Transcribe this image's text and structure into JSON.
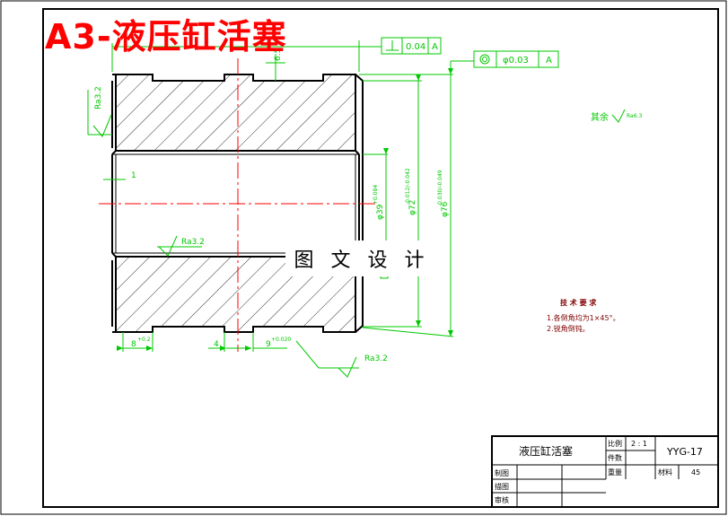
{
  "title": "A3-液压缸活塞",
  "watermark": "图 文 设 计",
  "colors": {
    "outline": "#000000",
    "dimension": "#00c800",
    "centerline": "#ff0000",
    "title_red": "#ff0000"
  },
  "tolerance_frames": {
    "perpendicularity": {
      "symbol": "perpendicularity-symbol",
      "value": "0.04",
      "datum": "A"
    },
    "coaxiality": {
      "symbol": "coaxiality-symbol",
      "value": "φ0.03",
      "datum": "A"
    }
  },
  "roughness": {
    "left_face": "Ra3.2",
    "bore": "Ra3.2",
    "outer": "Ra3.2",
    "other": "其余",
    "other_value": "Ra6.3"
  },
  "dimensions": {
    "groove_depth": "6.5",
    "chamfer": "1",
    "bore_dia": "φ39",
    "bore_tol": "+0.084",
    "hub_dia": "φ72",
    "hub_tol": "-0.012/-0.042",
    "outer_dia": "φ76",
    "outer_tol": "-0.030/-0.049",
    "groove_left": "8",
    "groove_left_tol": "+0.2",
    "width_4": "4",
    "groove_right": "9",
    "groove_right_tol": "+0.020"
  },
  "notes": {
    "heading": "技 术 要 求",
    "items": [
      "1.各倒角均为1×45°。",
      "2.锐角倒钝。"
    ]
  },
  "title_block": {
    "part_name": "液压缸活塞",
    "scale_label": "比例",
    "scale_value": "2 : 1",
    "drawing_no": "YYG-17",
    "count_label": "件数",
    "weight_label": "重量",
    "material_label": "材料",
    "material_value": "45",
    "drawn_label": "制图",
    "traced_label": "描图",
    "checked_label": "审核"
  }
}
